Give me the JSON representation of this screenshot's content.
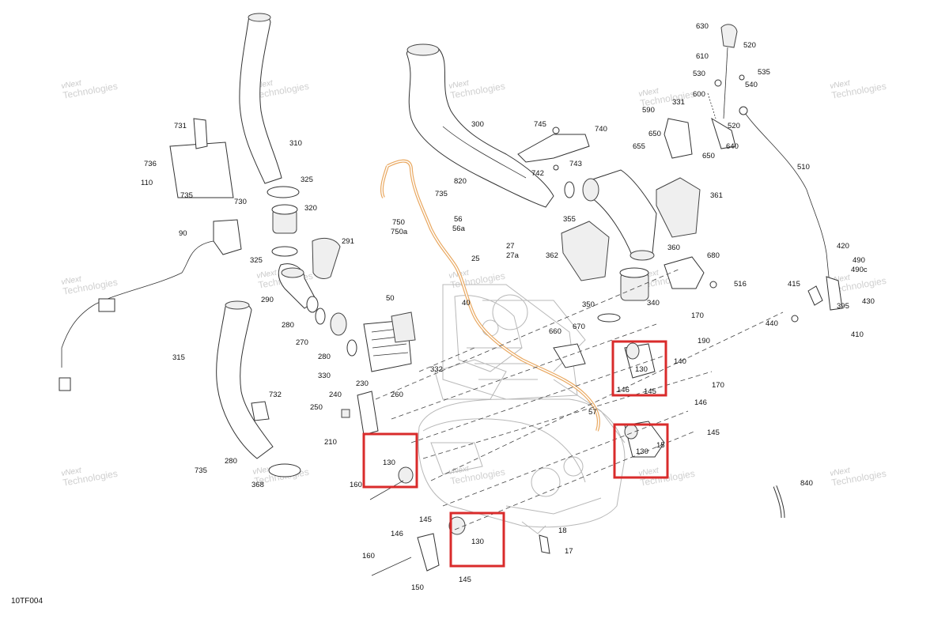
{
  "diagram_code": "10TF004",
  "highlight_color": "#d92b2b",
  "watermark": {
    "line1": "vNext",
    "line2": "Technologies"
  },
  "labels": {
    "l630": "630",
    "l520a": "520",
    "l610": "610",
    "l535": "535",
    "l530": "530",
    "l540": "540",
    "l600": "600",
    "l331": "331",
    "l590": "590",
    "l520b": "520",
    "l650a": "650",
    "l655": "655",
    "l650b": "650",
    "l640": "640",
    "l510": "510",
    "l745": "745",
    "l740": "740",
    "l300": "300",
    "l743": "743",
    "l742": "742",
    "l820": "820",
    "l735a": "735",
    "l355": "355",
    "l361": "361",
    "l731": "731",
    "l310": "310",
    "l736": "736",
    "l110": "110",
    "l735b": "735",
    "l730": "730",
    "l325a": "325",
    "l320": "320",
    "l90": "90",
    "l325b": "325",
    "l291": "291",
    "l750": "750",
    "l750a": "750a",
    "l56": "56",
    "l56a": "56a",
    "l27": "27",
    "l27a": "27a",
    "l25": "25",
    "l362": "362",
    "l360": "360",
    "l680": "680",
    "l516": "516",
    "l290": "290",
    "l340": "340",
    "l50": "50",
    "l40": "40",
    "l350": "350",
    "l415": "415",
    "l420": "420",
    "l490": "490",
    "l490c": "490c",
    "l395": "395",
    "l430": "430",
    "l280a": "280",
    "l170a": "170",
    "l440": "440",
    "l410": "410",
    "l660": "660",
    "l670": "670",
    "l190": "190",
    "l270": "270",
    "l315": "315",
    "l280b": "280",
    "l140": "140",
    "l130a": "130",
    "l330": "330",
    "l332": "332",
    "l230": "230",
    "l240": "240",
    "l260": "260",
    "l146a": "146",
    "l145a": "145",
    "l170b": "170",
    "l146b": "146",
    "l732": "732",
    "l250": "250",
    "l57": "57",
    "l210": "210",
    "l130b": "130",
    "l15": "15",
    "l145b": "145",
    "l280c": "280",
    "l735c": "735",
    "l130c": "130",
    "l368": "368",
    "l160a": "160",
    "l840": "840",
    "l145c": "145",
    "l18": "18",
    "l146c": "146",
    "l130d": "130",
    "l17": "17",
    "l160b": "160",
    "l150": "150",
    "l145d": "145"
  }
}
